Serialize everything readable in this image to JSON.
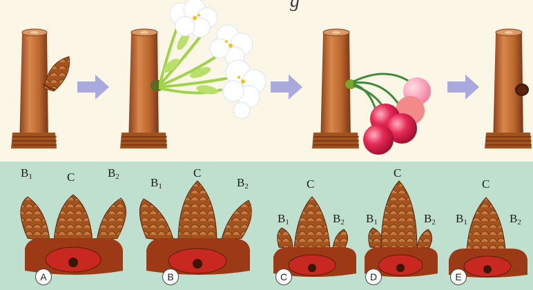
{
  "header": {
    "title_fragment": "g"
  },
  "labels": {
    "A": {
      "b1": "B",
      "b1_sub": "1",
      "c": "C",
      "b2": "B",
      "b2_sub": "2",
      "badge": "A"
    },
    "B": {
      "b1": "B",
      "b1_sub": "1",
      "c": "C",
      "b2": "B",
      "b2_sub": "2",
      "badge": "B"
    },
    "C": {
      "b1": "B",
      "b1_sub": "1",
      "c": "C",
      "b2": "B",
      "b2_sub": "2",
      "badge": "C"
    },
    "D": {
      "b1": "B",
      "b1_sub": "1",
      "c": "C",
      "b2": "B",
      "b2_sub": "2",
      "badge": "D"
    },
    "E": {
      "b1": "B",
      "b1_sub": "1",
      "c": "C",
      "b2": "B",
      "b2_sub": "2",
      "badge": "E"
    }
  },
  "colors": {
    "top_bg": "#fbf6e6",
    "bottom_bg": "#bfe0cf",
    "bark": "#b8662e",
    "arrow": "#a9a9dd",
    "flower": "#ffffff",
    "cherry": "#d81e4a"
  }
}
